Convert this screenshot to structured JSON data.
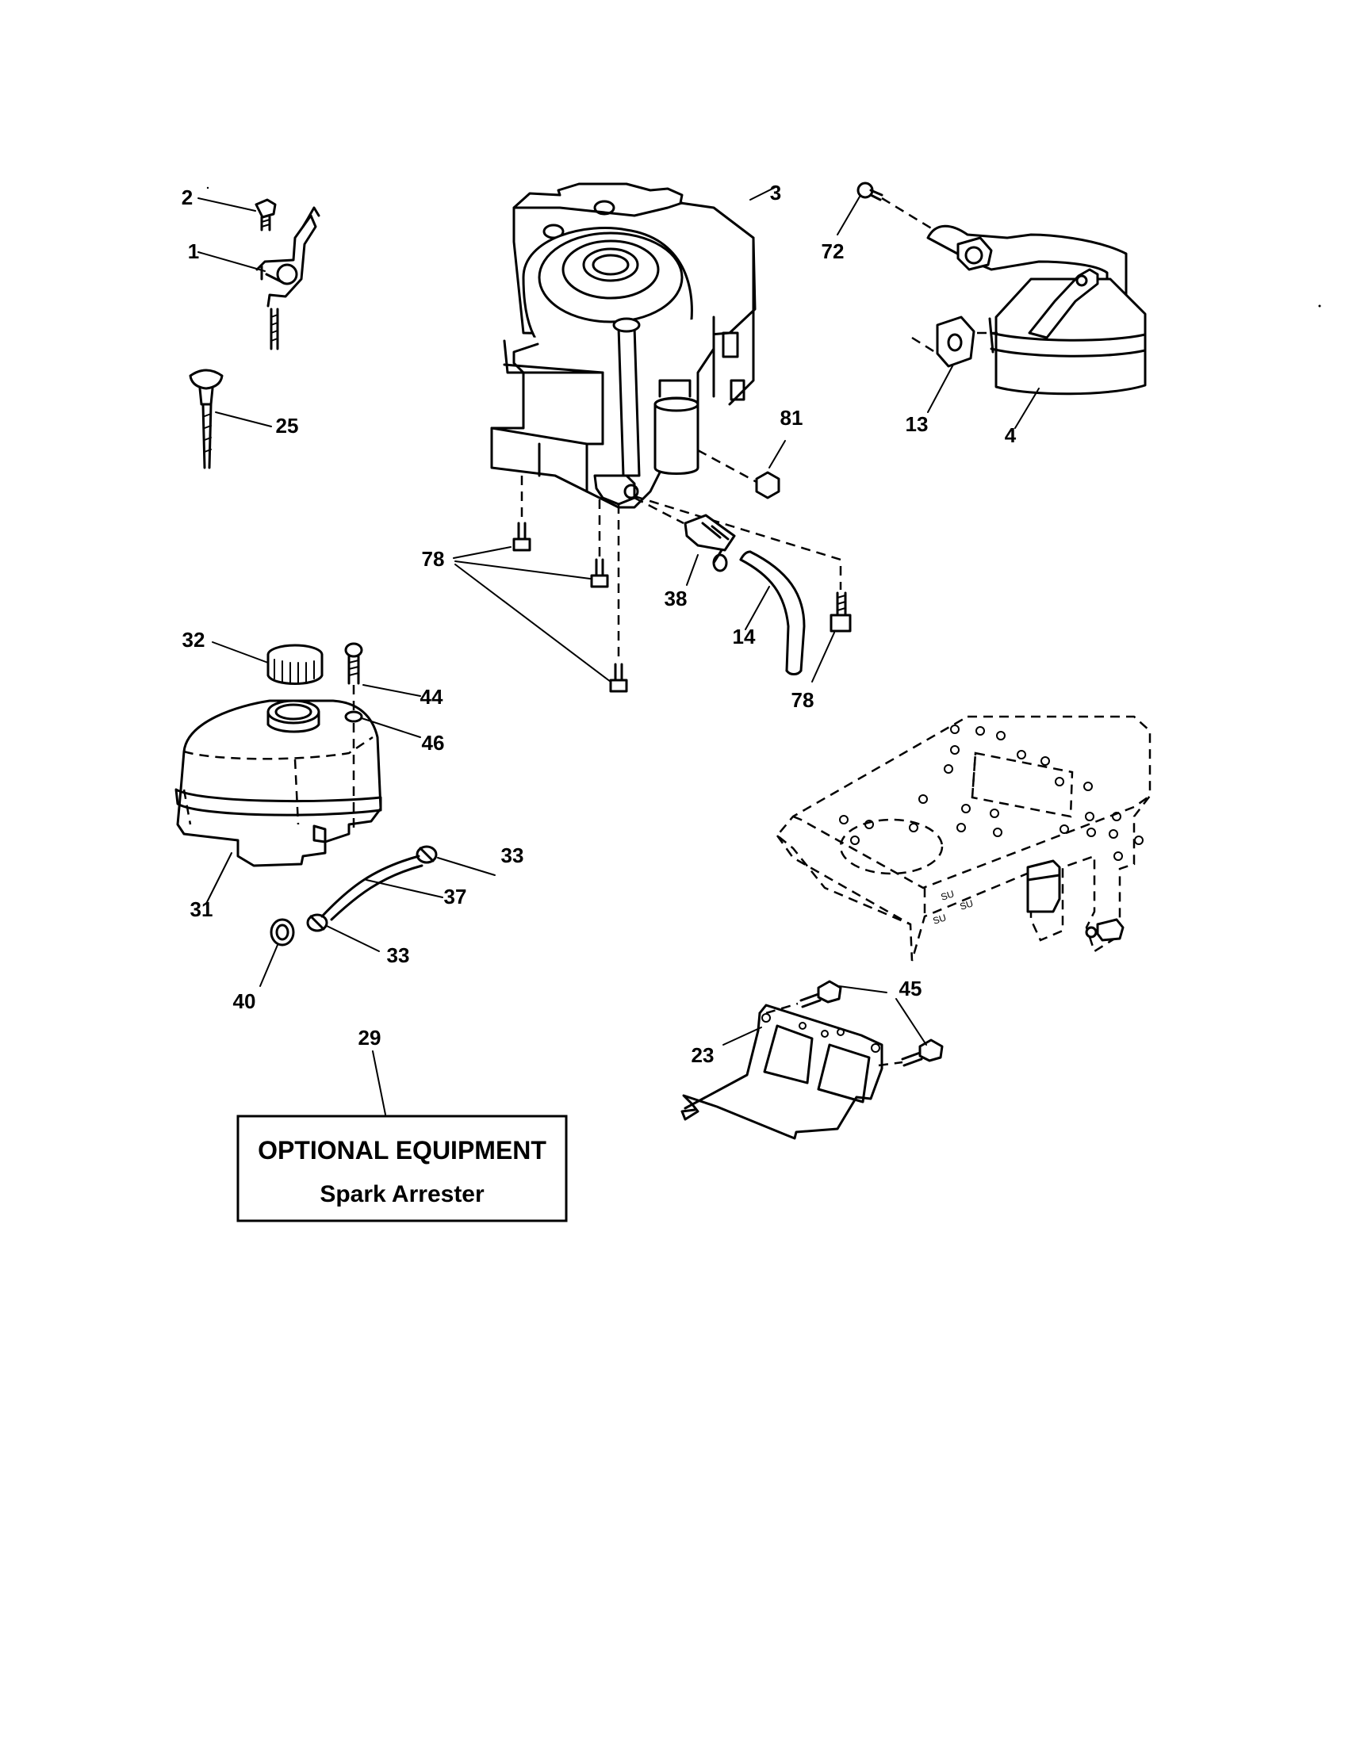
{
  "callouts": {
    "c1": "1",
    "c2": "2",
    "c3": "3",
    "c4": "4",
    "c13": "13",
    "c14": "14",
    "c23": "23",
    "c25": "25",
    "c29": "29",
    "c31": "31",
    "c32": "32",
    "c33a": "33",
    "c33b": "33",
    "c37": "37",
    "c38": "38",
    "c40": "40",
    "c44": "44",
    "c45": "45",
    "c46": "46",
    "c72": "72",
    "c78a": "78",
    "c78b": "78",
    "c81": "81"
  },
  "optional_box": {
    "title": "OPTIONAL EQUIPMENT",
    "subtitle": "Spark Arrester"
  },
  "frame_marks": {
    "m1": "SU",
    "m2": "SU",
    "m3": "SU"
  }
}
